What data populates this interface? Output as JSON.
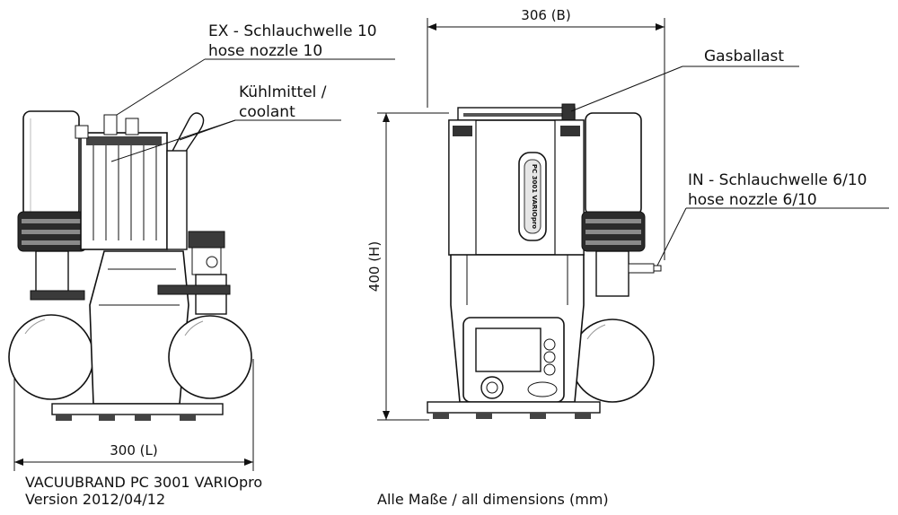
{
  "labels": {
    "ex_line1": "EX - Schlauchwelle 10",
    "ex_line2": "hose nozzle 10",
    "coolant_line1": "Kühlmittel /",
    "coolant_line2": "coolant",
    "gasballast": "Gasballast",
    "in_line1": "IN - Schlauchwelle 6/10",
    "in_line2": "hose nozzle 6/10"
  },
  "dimensions": {
    "width": "306 (B)",
    "height": "400 (H)",
    "length": "300 (L)"
  },
  "footer": {
    "model": "VACUUBRAND PC 3001 VARIOpro",
    "version": "Version 2012/04/12",
    "units": "Alle Maße / all dimensions (mm)"
  },
  "device_text": "PC 3001 VARIOpro",
  "colors": {
    "line": "#111111",
    "body": "#ffffff",
    "dark_band": "#2b2b2b",
    "grey": "#7a7a7a"
  }
}
